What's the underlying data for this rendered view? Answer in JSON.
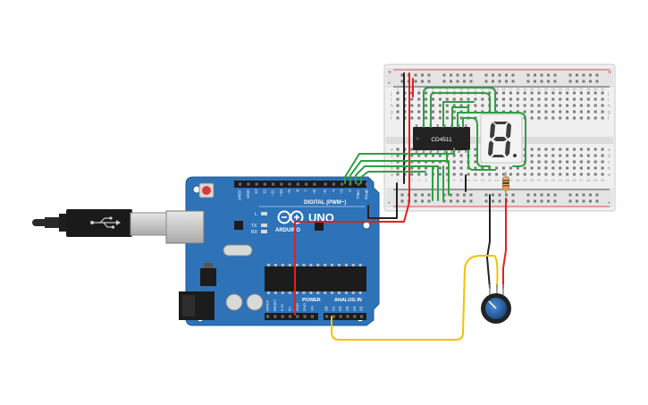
{
  "canvas": {
    "background": "#ffffff"
  },
  "arduino": {
    "brand": "ARDUINO",
    "model": "UNO",
    "digital_header": "DIGITAL (PWM~)",
    "analog_header": "ANALOG IN",
    "power_header": "POWER",
    "led_l": "L",
    "led_tx": "TX",
    "led_rx": "RX",
    "digital_pins": [
      "AREF",
      "GND",
      "13",
      "12",
      "~11",
      "~10",
      "~9",
      "8",
      "7",
      "~6",
      "~5",
      "4",
      "~3",
      "2",
      "TX▸1",
      "RX◂0"
    ],
    "power_pins": [
      "IOREF",
      "RESET",
      "3.3V",
      "5V",
      "GND",
      "GND",
      "Vin"
    ],
    "analog_pins": [
      "A0",
      "A1",
      "A2",
      "A3",
      "A4",
      "A5"
    ],
    "color": "#2e72b8"
  },
  "decoder_chip": {
    "label": "CD4511"
  },
  "seven_segment": {
    "digit": "8",
    "segment_color": "#3c3c3c"
  },
  "breadboard": {
    "row_letters_top": [
      "j",
      "i",
      "h",
      "g",
      "f"
    ],
    "row_letters_bottom": [
      "e",
      "d",
      "c",
      "b",
      "a"
    ],
    "column_numbers": [
      "1",
      "2",
      "3",
      "4",
      "5",
      "6",
      "7",
      "8",
      "9",
      "10",
      "11",
      "12",
      "13",
      "14",
      "15",
      "16",
      "17",
      "18",
      "19",
      "20",
      "21",
      "22",
      "23",
      "24",
      "25",
      "26",
      "27",
      "28",
      "29",
      "30"
    ],
    "rail_plus": "+",
    "rail_minus": "-"
  },
  "wire_colors": {
    "signal": "#2ea043",
    "power": "#e02020",
    "ground": "#222222",
    "analog": "#f2c200"
  },
  "components": [
    {
      "name": "usb-cable",
      "icon": "usb-plug-icon"
    },
    {
      "name": "potentiometer",
      "icon": "potentiometer-icon"
    },
    {
      "name": "resistor",
      "icon": "resistor-icon"
    }
  ]
}
